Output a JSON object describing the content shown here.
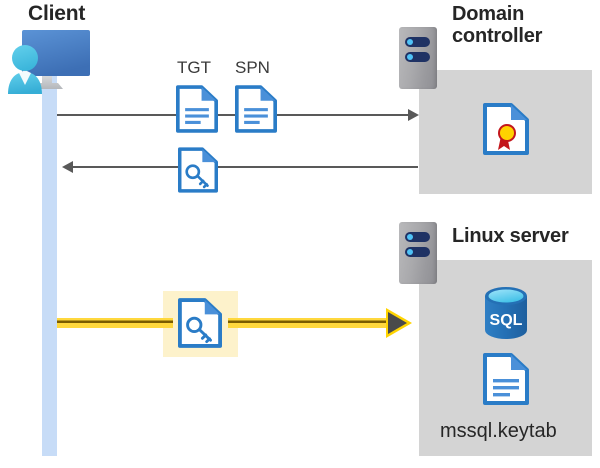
{
  "diagram": {
    "type": "sequence-flow",
    "description": "Kerberos authentication flow between a client, a domain controller, and a Linux server hosting SQL Server",
    "actors": {
      "client": {
        "title": "Client",
        "icon": "user-computer-icon",
        "lifeline_color": "#c7dcf7"
      },
      "domain_controller": {
        "title": "Domain controller",
        "icon": "server-rack-icon",
        "panel_color": "#d4d4d4",
        "contents": [
          {
            "icon": "certificate-document-icon",
            "label": ""
          }
        ]
      },
      "linux_server": {
        "title": "Linux server",
        "icon": "server-rack-icon",
        "panel_color": "#d4d4d4",
        "contents": [
          {
            "icon": "sql-database-icon",
            "label": "SQL"
          },
          {
            "icon": "document-icon",
            "label": "mssql.keytab"
          }
        ]
      }
    },
    "messages": [
      {
        "id": "msg-request",
        "direction": "right",
        "from": "client",
        "to": "domain_controller",
        "color": "#595959",
        "artifacts": [
          {
            "label": "TGT",
            "icon": "document-icon"
          },
          {
            "label": "SPN",
            "icon": "document-icon"
          }
        ]
      },
      {
        "id": "msg-response",
        "direction": "left",
        "from": "domain_controller",
        "to": "client",
        "color": "#595959",
        "artifacts": [
          {
            "label": "",
            "icon": "key-document-icon"
          }
        ]
      },
      {
        "id": "msg-service-ticket",
        "direction": "right",
        "from": "client",
        "to": "linux_server",
        "color": "#ffd400",
        "highlighted": true,
        "highlight_color": "#fdf2cb",
        "artifacts": [
          {
            "label": "",
            "icon": "key-document-icon"
          }
        ]
      }
    ],
    "colors": {
      "accent_blue": "#3a7ebf",
      "doc_fill": "#ffffff",
      "doc_stroke": "#2a7cc7",
      "sql_blue": "#2c7ac0",
      "sql_top": "#5ecbf0",
      "cert_gold": "#ffd200",
      "cert_ribbon": "#c3161c",
      "arrow_gray": "#595959",
      "yellow": "#ffd400",
      "panel_gray": "#d4d4d4",
      "lifeline_blue": "#c7dcf7",
      "title_text": "#262626"
    }
  }
}
